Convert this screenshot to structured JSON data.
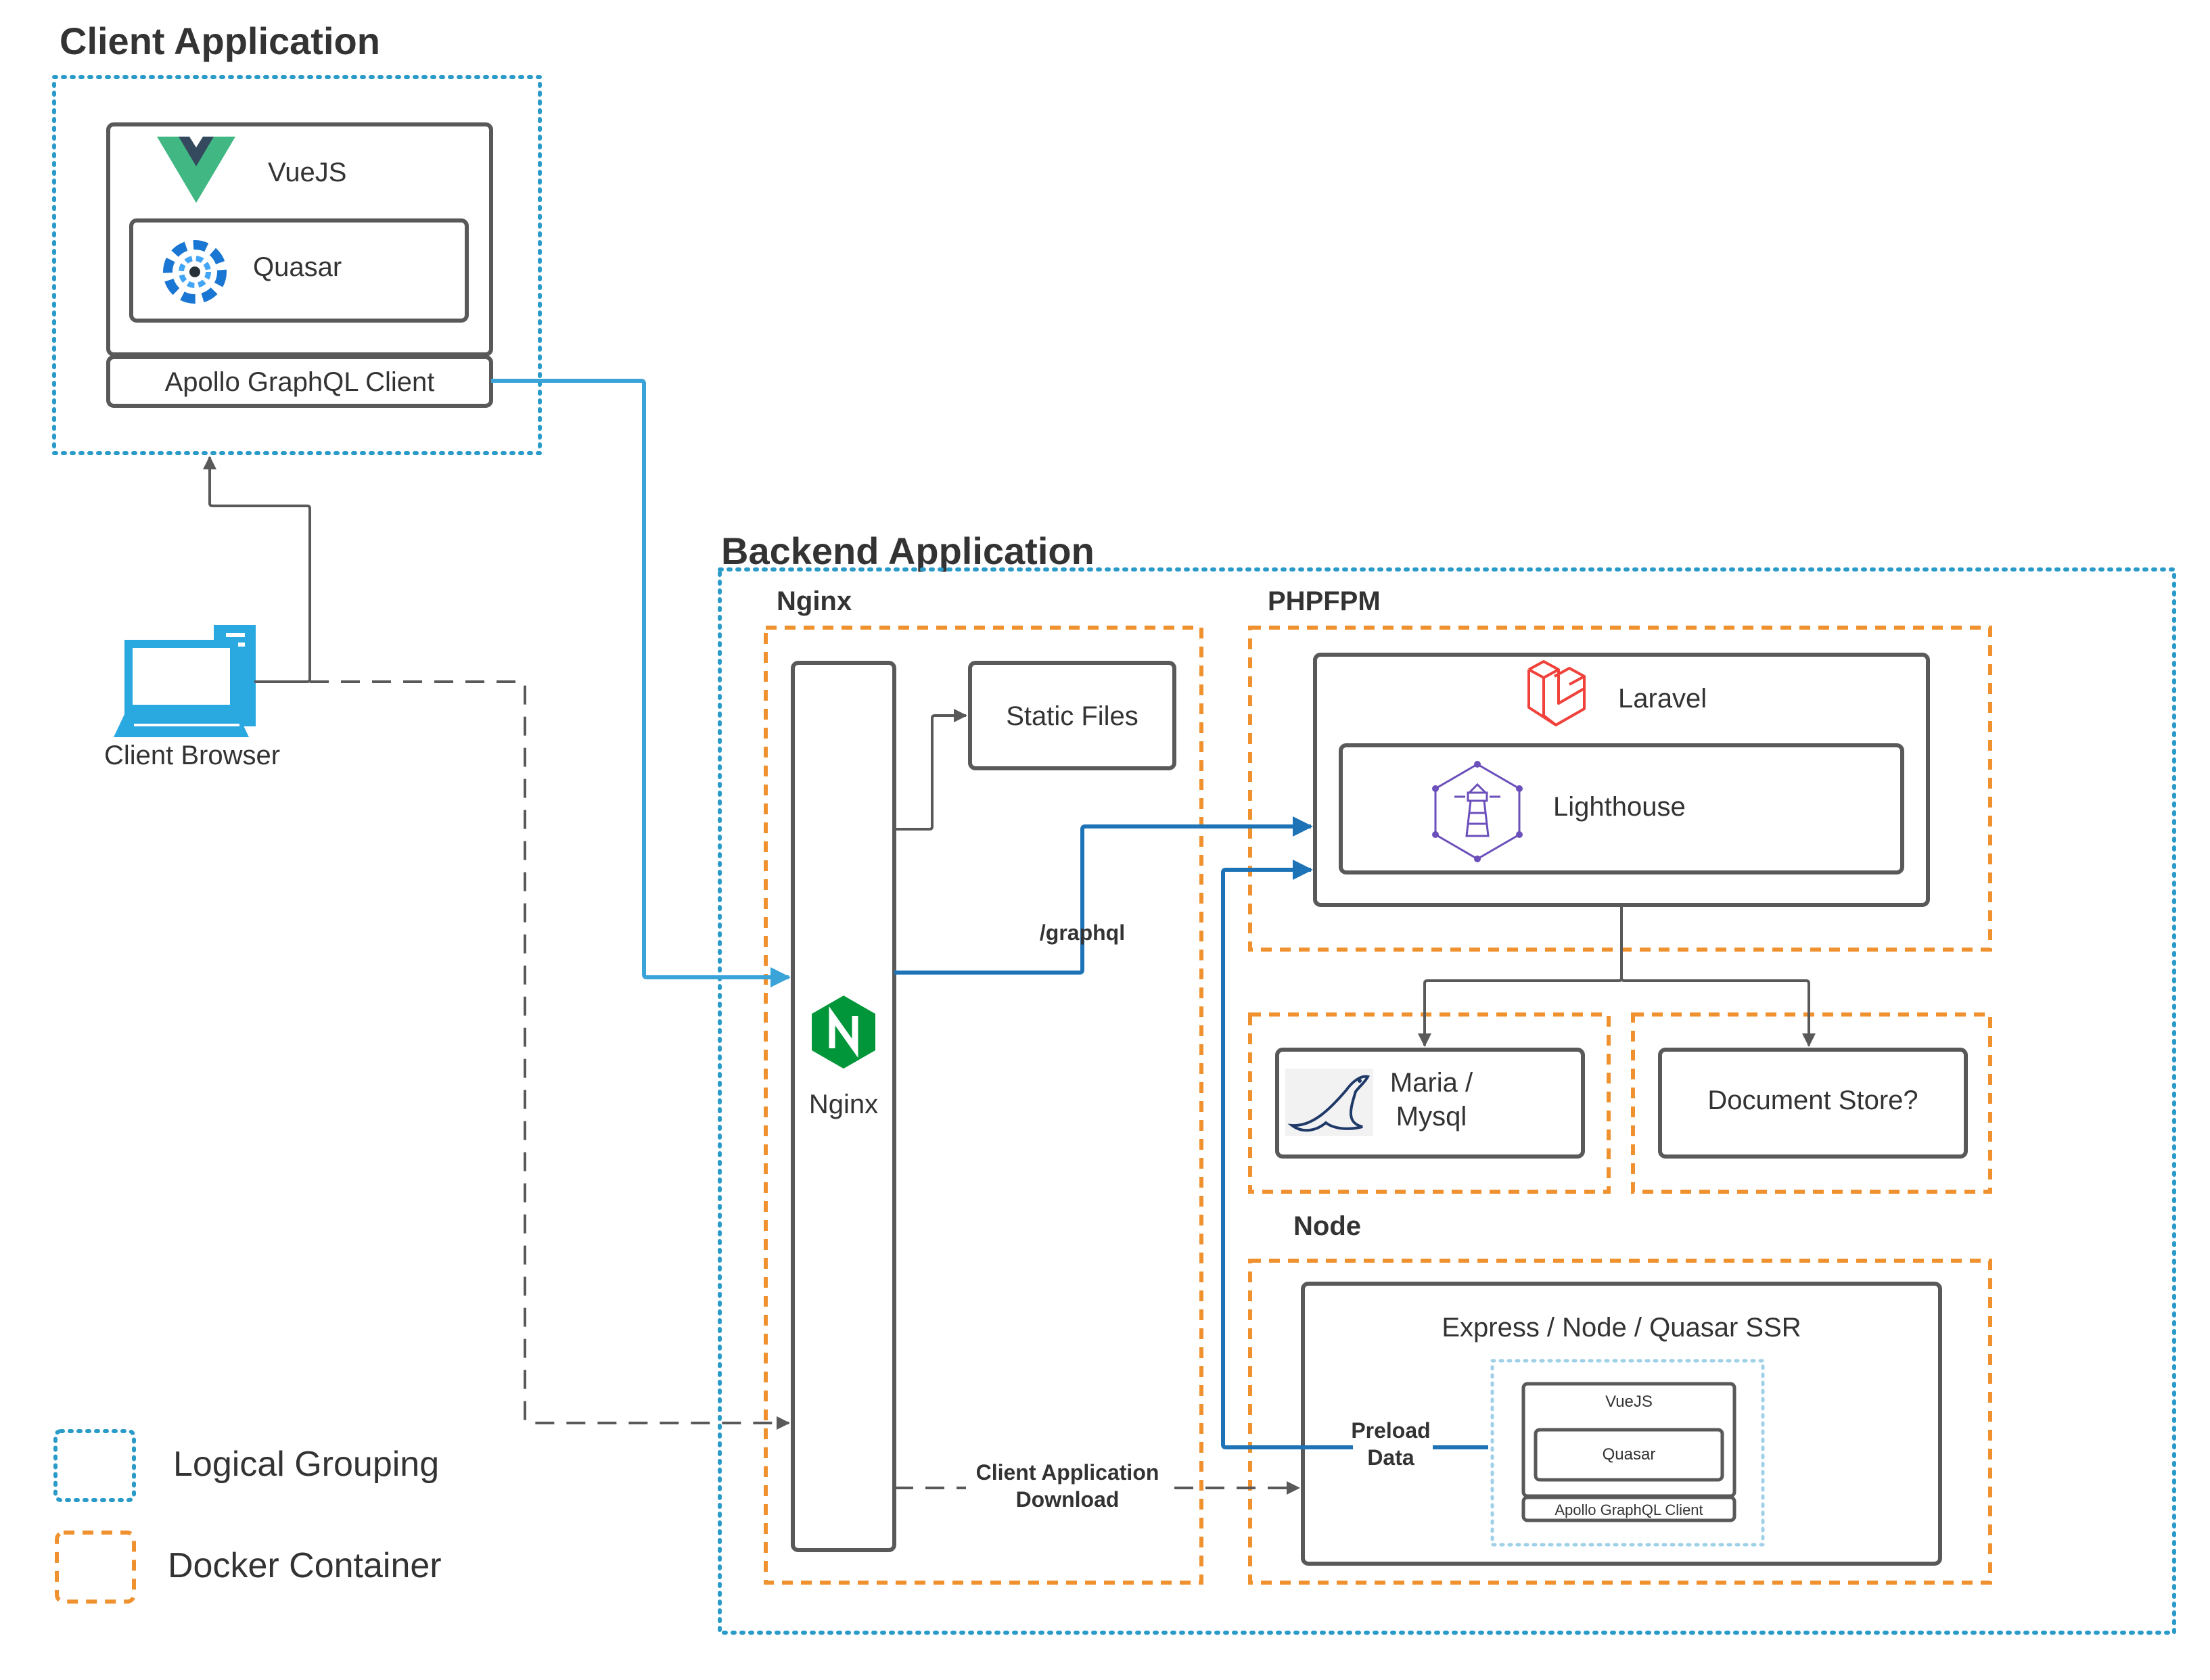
{
  "client_app": {
    "title": "Client Application",
    "vuejs": "VueJS",
    "quasar": "Quasar",
    "apollo": "Apollo GraphQL Client"
  },
  "client_browser": {
    "label": "Client Browser"
  },
  "backend": {
    "title": "Backend Application",
    "nginx_group": "Nginx",
    "nginx_label": "Nginx",
    "static_files": "Static Files",
    "graphql_route": "/graphql",
    "phpfpm_group": "PHPFPM",
    "laravel": "Laravel",
    "lighthouse": "Lighthouse",
    "maria_line1": "Maria /",
    "maria_line2": "Mysql",
    "document_store": "Document Store?",
    "node_group": "Node",
    "express": "Express / Node / Quasar SSR",
    "ssr_vuejs": "VueJS",
    "ssr_quasar": "Quasar",
    "ssr_apollo": "Apollo GraphQL Client",
    "preload_line1": "Preload",
    "preload_line2": "Data",
    "download_line1": "Client Application",
    "download_line2": "Download"
  },
  "legend": {
    "logical": "Logical Grouping",
    "docker": "Docker Container"
  },
  "colors": {
    "logical_group": "#2a9bc9",
    "docker_container": "#f0912f",
    "graphql_flow": "#3aa3d8",
    "internal_flow": "#1e73b7",
    "box_stroke": "#595959",
    "vue_green": "#41b883",
    "vue_dark": "#35495e",
    "nginx_green": "#009639",
    "laravel_red": "#f0413a",
    "lighthouse_purple": "#6b4fbb"
  }
}
